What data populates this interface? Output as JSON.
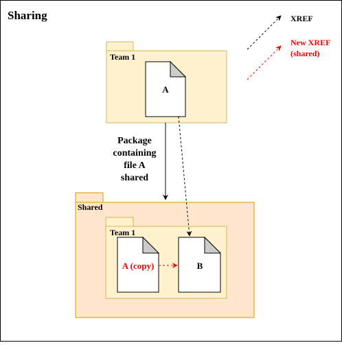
{
  "title": "Sharing",
  "legend": {
    "xref": "XREF",
    "new_xref_line1": "New XREF",
    "new_xref_line2": "(shared)"
  },
  "team_package_top": {
    "label": "Team 1"
  },
  "file_a": {
    "label": "A"
  },
  "share_arrow": {
    "line1": "Package",
    "line2": "containing",
    "line3": "file A",
    "line4": "shared"
  },
  "shared_package": {
    "label": "Shared"
  },
  "team_package_inner": {
    "label": "Team 1"
  },
  "file_a_copy": {
    "label": "A (copy)"
  },
  "file_b": {
    "label": "B"
  },
  "colors": {
    "team_fill": "#fff2cc",
    "team_stroke": "#d6b656",
    "shared_fill": "#ffe6cc",
    "shared_stroke": "#d79b00",
    "xref": "#000000",
    "new_xref": "#ff0000",
    "file_fold": "#cccccc"
  }
}
